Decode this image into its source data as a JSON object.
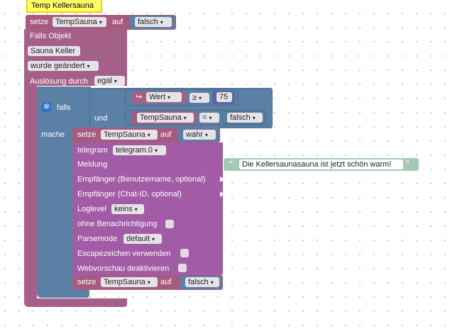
{
  "title": "Temp Kellersauna",
  "colors": {
    "event_block": "#a5608a",
    "event_dark": "#8e4a74",
    "logic_block": "#5b80a5",
    "logic_dark": "#4a6b8c",
    "var_block": "#a55b80",
    "telegram_block": "#a25ca5",
    "text_block": "#a5c9b7",
    "title_bg": "#ffff66"
  },
  "set_top": {
    "keyword": "setze",
    "var": "TempSauna",
    "auf": "auf",
    "value": "falsch"
  },
  "trigger": {
    "falls_objekt": "Falls Objekt",
    "object": "Sauna Keller",
    "condition": "wurde geändert",
    "ausloesung_label": "Auslösung durch",
    "ausloesung_value": "egal"
  },
  "if_block": {
    "falls": "falls",
    "mache": "mache",
    "gear_icon": "gear-icon",
    "cond1": {
      "arrow": "↪",
      "field": "Wert",
      "op": "≥",
      "number": "75"
    },
    "und": "und",
    "cond2": {
      "var": "TempSauna",
      "op": "=",
      "value": "falsch"
    }
  },
  "set_true": {
    "keyword": "setze",
    "var": "TempSauna",
    "auf": "auf",
    "value": "wahr"
  },
  "telegram": {
    "label": "telegram",
    "instance": "telegram.0",
    "meldung": "Meldung",
    "message": "Die Kellersaunasauna ist jetzt schön warm!",
    "empf_user": "Empfänger (Benutzername, optional)",
    "empf_chat": "Empfänger (Chat-ID, optional)",
    "loglevel_label": "Loglevel",
    "loglevel_value": "keins",
    "ohne_benach": "ohne Benachrichtigung",
    "parsemode_label": "Parsemode",
    "parsemode_value": "default",
    "escape": "Escapezeichen verwenden",
    "webvorschau": "Webvorschau deaktivieren"
  },
  "set_false": {
    "keyword": "setze",
    "var": "TempSauna",
    "auf": "auf",
    "value": "falsch"
  }
}
